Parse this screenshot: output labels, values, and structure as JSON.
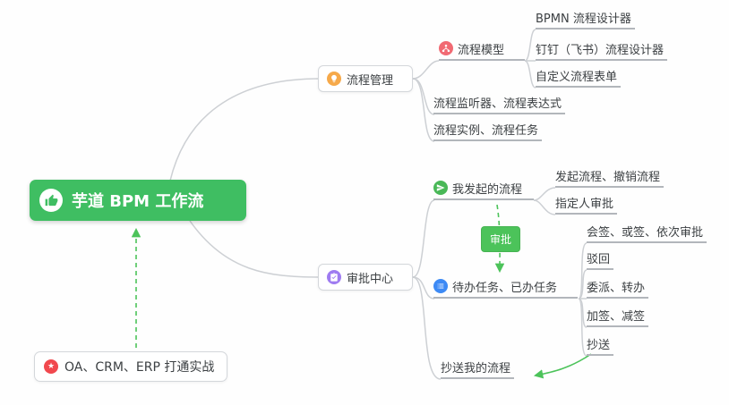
{
  "root": {
    "label": "芋道 BPM 工作流"
  },
  "practice": {
    "label": "OA、CRM、ERP 打通实战"
  },
  "relation": {
    "label": "审批"
  },
  "process": {
    "label": "流程管理",
    "model": {
      "label": "流程模型",
      "bpmn": {
        "label": "BPMN 流程设计器"
      },
      "dingtalk": {
        "label": "钉钉（飞书）流程设计器"
      },
      "custom_form": {
        "label": "自定义流程表单"
      }
    },
    "listener": {
      "label": "流程监听器、流程表达式"
    },
    "instance": {
      "label": "流程实例、流程任务"
    }
  },
  "approval": {
    "label": "审批中心",
    "my_initiated": {
      "label": "我发起的流程",
      "initiate_cancel": {
        "label": "发起流程、撤销流程"
      },
      "assignee": {
        "label": "指定人审批"
      }
    },
    "tasks": {
      "label": "待办任务、已办任务",
      "countersign": {
        "label": "会签、或签、依次审批"
      },
      "reject": {
        "label": "驳回"
      },
      "delegate": {
        "label": "委派、转办"
      },
      "add_sign": {
        "label": "加签、减签"
      },
      "cc": {
        "label": "抄送"
      }
    },
    "cc_my": {
      "label": "抄送我的流程"
    }
  },
  "colors": {
    "root-green": "#3fbe62",
    "accent-green": "#4cc35a",
    "connector-gray": "#cdd0d4",
    "underline-gray": "#b2b6bb",
    "icon-orange": "#f6a94a",
    "icon-red": "#f16a73",
    "icon-purple": "#9f7cf1",
    "icon-green": "#49b857",
    "icon-blue": "#3d8af5",
    "icon-star-red": "#f1484e",
    "node-border": "#d4d7db",
    "text-dark": "#3c4043"
  }
}
